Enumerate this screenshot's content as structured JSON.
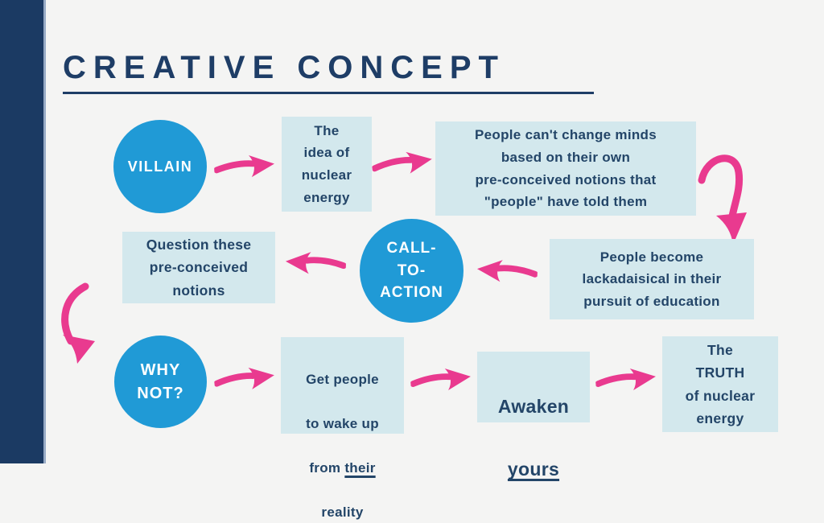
{
  "title": {
    "text": "CREATIVE CONCEPT"
  },
  "flow": {
    "villain": {
      "label": "VILLAIN"
    },
    "idea": {
      "text": "The\nidea of\nnuclear\nenergy"
    },
    "minds": {
      "text": "People can't change minds\nbased on their own\npre-conceived notions that\n\"people\" have told them"
    },
    "lackadaisical": {
      "text": "People become\nlackadaisical in their\npursuit of education"
    },
    "cta": {
      "label": "CALL-\nTO-\nACTION"
    },
    "question": {
      "text": "Question these\npre-conceived\nnotions"
    },
    "why_not": {
      "label": "WHY\nNOT?"
    },
    "wake": {
      "l1": "Get people",
      "l2": "to wake up",
      "l3_pre": "from ",
      "l3_underlined": "their",
      "l4": "reality"
    },
    "awaken": {
      "l1": "Awaken",
      "l2_underlined": "yours"
    },
    "truth": {
      "text": "The\nTRUTH\nof nuclear\nenergy"
    }
  },
  "colors": {
    "background": "#f4f4f3",
    "sidebar_navy": "#1b3a63",
    "text_navy": "#234568",
    "title_navy": "#1e3d66",
    "circle_blue": "#209ad6",
    "box_light_blue": "#d3e8ed",
    "arrow_pink": "#e93a8f"
  }
}
